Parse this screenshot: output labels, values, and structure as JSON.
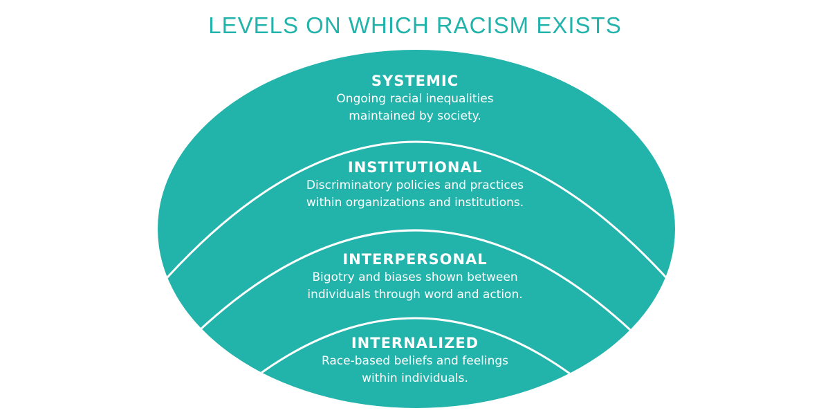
{
  "title": "LEVELS ON WHICH RACISM EXISTS",
  "colors": {
    "fill": "#22b3ab",
    "title": "#22b3ab",
    "line": "#ffffff"
  },
  "levels": [
    {
      "name": "SYSTEMIC",
      "line1": "Ongoing racial inequalities",
      "line2": "maintained by society."
    },
    {
      "name": "INSTITUTIONAL",
      "line1": "Discriminatory policies and practices",
      "line2": "within organizations and institutions."
    },
    {
      "name": "INTERPERSONAL",
      "line1": "Bigotry and biases shown between",
      "line2": "individuals through word and action."
    },
    {
      "name": "INTERNALIZED",
      "line1": "Race-based beliefs and feelings",
      "line2": "within individuals."
    }
  ]
}
